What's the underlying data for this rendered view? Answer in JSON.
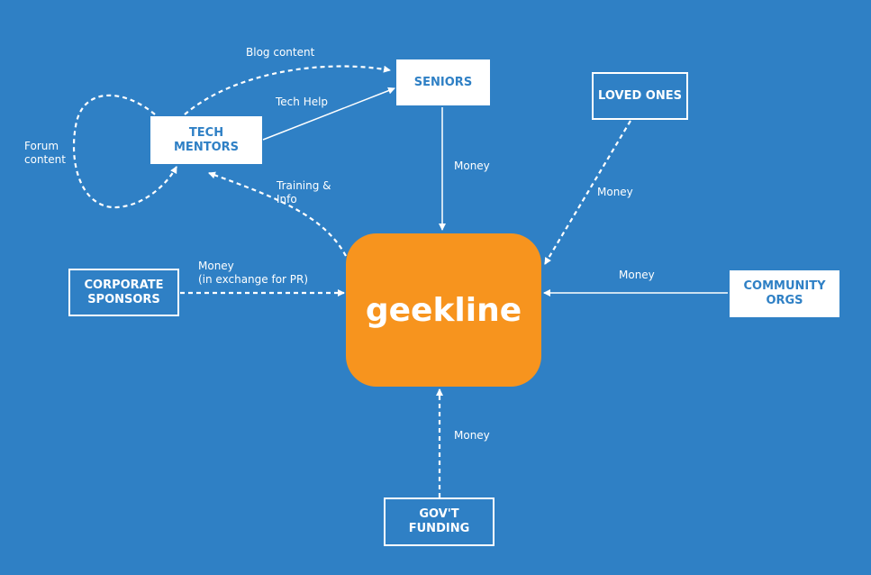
{
  "nodes": {
    "seniors": "SENIORS",
    "tech_mentors_1": "TECH",
    "tech_mentors_2": "MENTORS",
    "loved_ones": "LOVED ONES",
    "corporate_1": "CORPORATE",
    "corporate_2": "SPONSORS",
    "community_1": "COMMUNITY",
    "community_2": "ORGS",
    "govt_1": "GOV'T",
    "govt_2": "FUNDING",
    "center": "geekline"
  },
  "edge_labels": {
    "blog_content": "Blog content",
    "tech_help": "Tech Help",
    "forum_1": "Forum",
    "forum_2": "content",
    "training_1": "Training &",
    "training_2": "Info",
    "money_seniors": "Money",
    "money_loved_ones": "Money",
    "money_corporate_1": "Money",
    "money_corporate_2": "(in exchange for PR)",
    "money_community": "Money",
    "money_govt": "Money"
  },
  "colors": {
    "background": "#2f80c5",
    "center": "#f7941e",
    "node": "#ffffff"
  }
}
